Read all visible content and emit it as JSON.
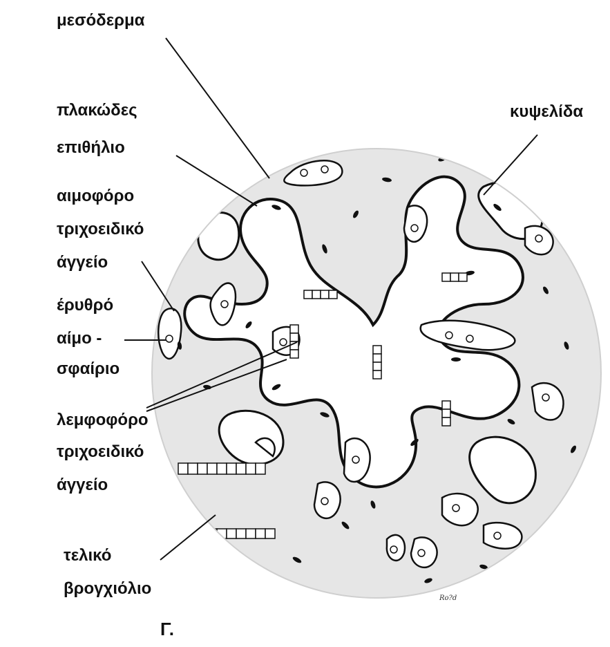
{
  "figure_letter": "Γ.",
  "signature": "Ro?d",
  "labels": {
    "mesoderm": "μεσόδερμα",
    "squamous_epithelium": [
      "πλακώδες",
      "επιθήλιο"
    ],
    "alveolus": "κυψελίδα",
    "blood_capillary": [
      "αιμοφόρο",
      "τριχοειδικό",
      "άγγείο"
    ],
    "red_blood_cell": [
      "έρυθρό",
      "αίμο -",
      "σφαίριο"
    ],
    "lymph_capillary": [
      "λεμφοφόρο",
      "τριχοειδικό",
      "άγγείο"
    ],
    "terminal_bronchiole": [
      "τελικό",
      "βρογχιόλιο"
    ]
  },
  "colors": {
    "tissue_fill": "#e6e6e6",
    "lumen_fill": "#ffffff",
    "ink": "#111111"
  }
}
